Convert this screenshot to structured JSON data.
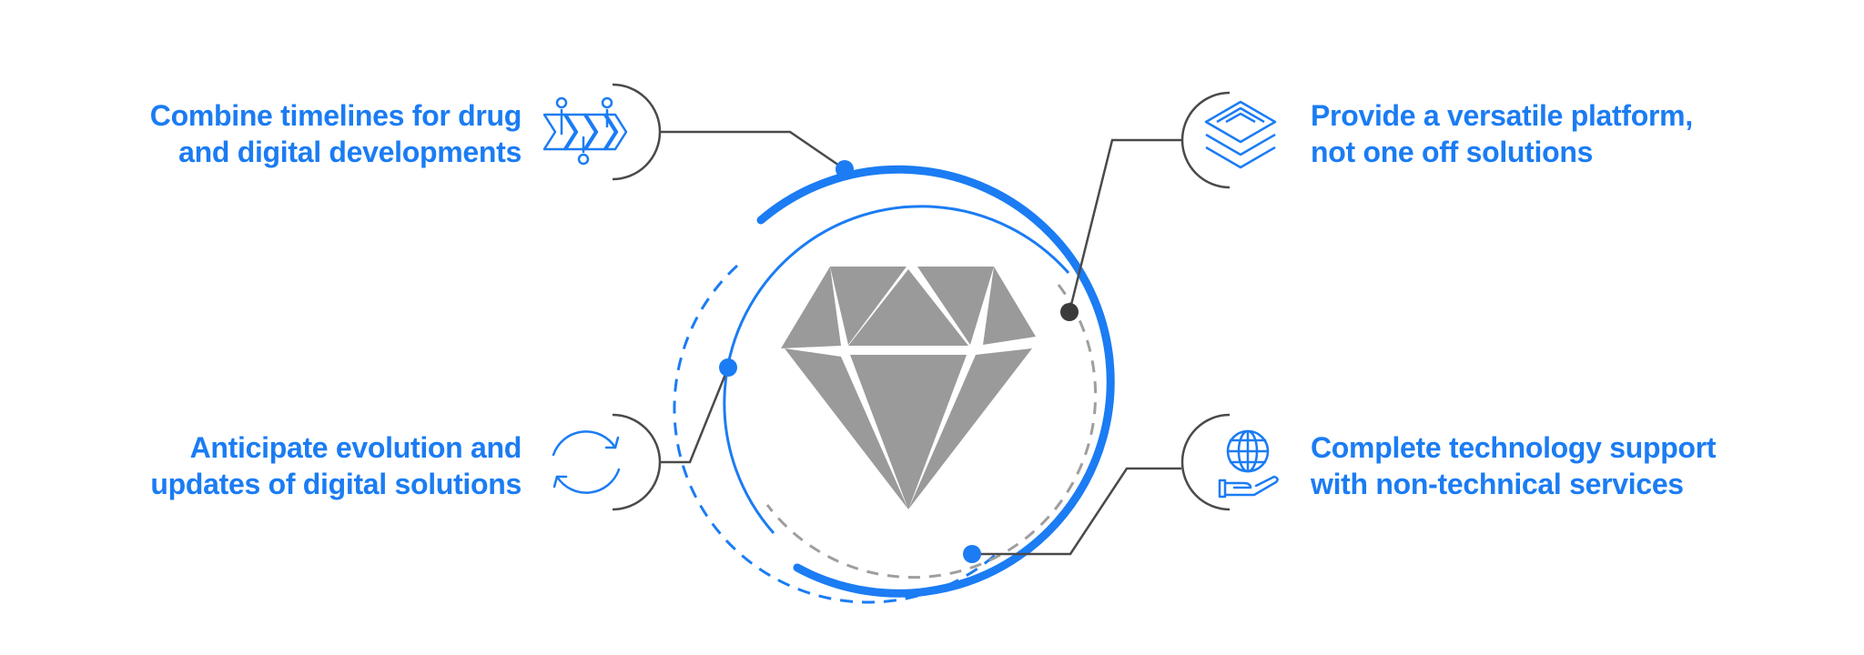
{
  "diagram": {
    "items": [
      {
        "icon": "timeline-arrows-icon",
        "lines": [
          "Combine timelines for drug",
          "and digital developments"
        ]
      },
      {
        "icon": "layers-icon",
        "lines": [
          "Provide a versatile platform,",
          "not one off solutions"
        ]
      },
      {
        "icon": "refresh-cycle-icon",
        "lines": [
          "Anticipate evolution and",
          "updates of digital solutions"
        ]
      },
      {
        "icon": "globe-in-hand-icon",
        "lines": [
          "Complete technology support",
          "with non-technical services"
        ]
      }
    ],
    "center_icon": "diamond-icon",
    "colors": {
      "accent": "#1b7cf3",
      "connector": "#4a4a4a",
      "diamond": "#9a9a9a",
      "dashed_ring": "#9e9e9e"
    }
  }
}
